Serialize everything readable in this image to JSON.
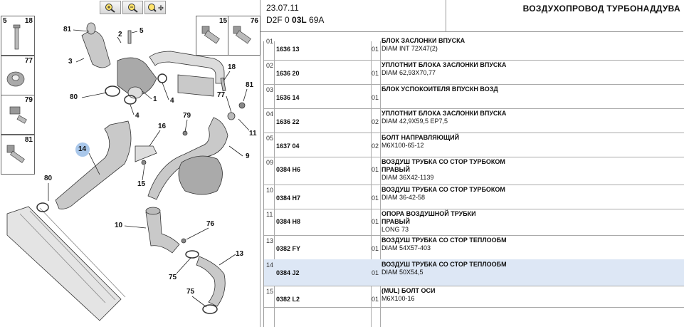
{
  "header": {
    "date": "23.07.11",
    "code_prefix": "D2F 0 ",
    "code_bold": "03L",
    "code_suffix": " 69A",
    "title": "ВОЗДУХОПРОВОД ТУРБОНАДДУВА"
  },
  "toolbar": {
    "zoom_in_icon": "zoom-in-icon",
    "zoom_out_icon": "zoom-out-icon",
    "pan_icon": "zoom-pan-icon"
  },
  "thumbnails": [
    {
      "nums": [
        "5",
        "18"
      ]
    },
    {
      "nums": [
        "77"
      ]
    },
    {
      "nums": [
        "79"
      ]
    },
    {
      "nums": [
        "81"
      ]
    },
    {
      "nums": [
        "15",
        "76"
      ]
    }
  ],
  "callouts": [
    "81",
    "2",
    "5",
    "3",
    "80",
    "1",
    "4",
    "4",
    "18",
    "77",
    "81",
    "79",
    "16",
    "11",
    "14",
    "9",
    "15",
    "80",
    "10",
    "76",
    "13",
    "75",
    "75"
  ],
  "parts": [
    {
      "idx": "01",
      "ref": "1636 13",
      "qty": "01",
      "name": "БЛОК ЗАСЛОНКИ ВПУСКА",
      "desc": [
        "DIAM INT 72X47(2)"
      ]
    },
    {
      "idx": "02",
      "ref": "1636 20",
      "qty": "01",
      "name": "УПЛОТНИТ БЛОКА ЗАСЛОНКИ ВПУСКА",
      "desc": [
        "DIAM 62,93X70,77"
      ]
    },
    {
      "idx": "03",
      "ref": "1636 14",
      "qty": "01",
      "name": "БЛОК УСПОКОИТЕЛЯ ВПУСКН ВОЗД",
      "desc": []
    },
    {
      "idx": "04",
      "ref": "1636 22",
      "qty": "02",
      "name": "УПЛОТНИТ БЛОКА ЗАСЛОНКИ ВПУСКА",
      "desc": [
        "DIAM 42,9X59,5 EP7,5"
      ]
    },
    {
      "idx": "05",
      "ref": "1637 04",
      "qty": "02",
      "name": "БОЛТ НАПРАВЛЯЮЩИЙ",
      "desc": [
        "M6X100-65-12"
      ]
    },
    {
      "idx": "09",
      "ref": "0384 H6",
      "qty": "01",
      "name": "ВОЗДУШ ТРУБКА СО СТОР ТУРБОКОМ",
      "desc": [
        "ПРАВЫЙ",
        "DIAM 36X42-1139"
      ],
      "desc_bold_first": true
    },
    {
      "idx": "10",
      "ref": "0384 H7",
      "qty": "01",
      "name": "ВОЗДУШ ТРУБКА СО СТОР ТУРБОКОМ",
      "desc": [
        "DIAM 36-42-58"
      ]
    },
    {
      "idx": "11",
      "ref": "0384 H8",
      "qty": "01",
      "name": "ОПОРА ВОЗДУШНОЙ ТРУБКИ",
      "desc": [
        "ПРАВЫЙ",
        "LONG 73"
      ],
      "desc_bold_first": true
    },
    {
      "idx": "13",
      "ref": "0382 FY",
      "qty": "01",
      "name": "ВОЗДУШ ТРУБКА СО СТОР ТЕПЛООБМ",
      "desc": [
        "DIAM 54X57-403"
      ]
    },
    {
      "idx": "14",
      "ref": "0384 J2",
      "qty": "01",
      "name": "ВОЗДУШ ТРУБКА СО СТОР ТЕПЛООБМ",
      "desc": [
        "DIAM 50X54,5"
      ],
      "selected": true
    },
    {
      "idx": "15",
      "ref": "0382 L2",
      "qty": "01",
      "name": "(MUL) БОЛТ ОСИ",
      "desc": [
        "M6X100-16"
      ]
    }
  ],
  "colors": {
    "selected_row": "#dde7f5",
    "highlight_circle": "#a9c7ea"
  }
}
